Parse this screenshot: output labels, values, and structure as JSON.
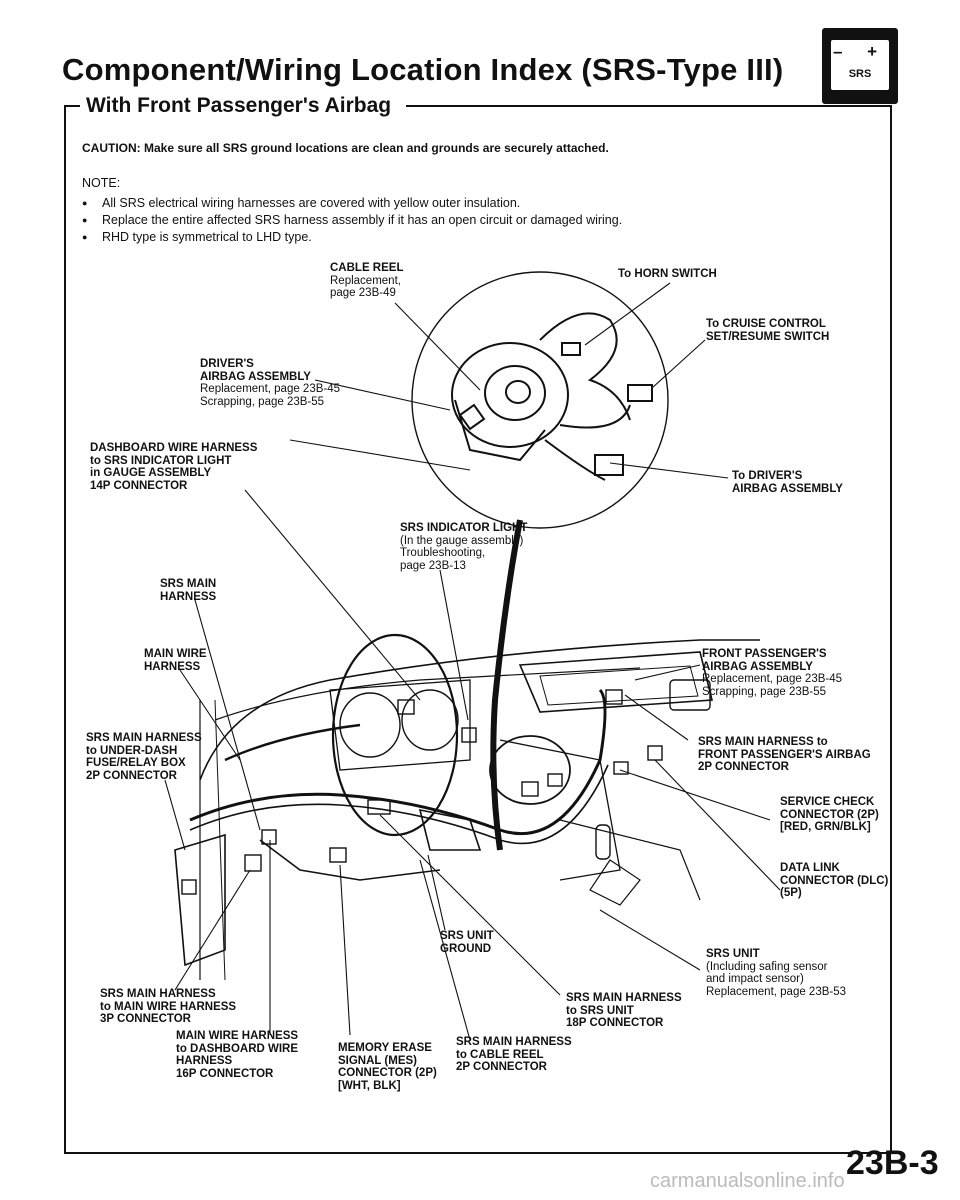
{
  "title": "Component/Wiring Location Index (SRS-Type III)",
  "subtitle": "With Front Passenger's Airbag",
  "badge": {
    "symbols": "– +",
    "text": "SRS"
  },
  "caution": {
    "label": "CAUTION:",
    "text": "Make sure all SRS ground locations are clean and grounds are securely attached."
  },
  "note": {
    "heading": "NOTE:",
    "items": [
      "All SRS electrical wiring harnesses are covered with yellow outer insulation.",
      "Replace the entire affected SRS harness assembly if it has an open circuit or damaged wiring.",
      "RHD type is symmetrical to LHD type."
    ]
  },
  "labels": {
    "cable_reel": {
      "bold": [
        "CABLE REEL"
      ],
      "normal": [
        "Replacement,",
        "page 23B-49"
      ]
    },
    "horn_switch": {
      "bold": [
        "To HORN SWITCH"
      ],
      "normal": []
    },
    "cruise": {
      "bold": [
        "To CRUISE CONTROL",
        "SET/RESUME SWITCH"
      ],
      "normal": []
    },
    "drivers_airbag": {
      "bold": [
        "DRIVER'S",
        "AIRBAG ASSEMBLY"
      ],
      "normal": [
        "Replacement, page 23B-45",
        "Scrapping, page 23B-55"
      ]
    },
    "dashboard_harness": {
      "bold": [
        "DASHBOARD WIRE HARNESS",
        "to SRS INDICATOR LIGHT",
        "in GAUGE ASSEMBLY",
        "14P CONNECTOR"
      ],
      "normal": []
    },
    "to_drivers_airbag": {
      "bold": [
        "To DRIVER'S",
        "AIRBAG ASSEMBLY"
      ],
      "normal": []
    },
    "indicator_light": {
      "bold": [
        "SRS INDICATOR LIGHT"
      ],
      "normal": [
        "(In the gauge assembly)",
        "Troubleshooting,",
        "page 23B-13"
      ]
    },
    "srs_main_harness": {
      "bold": [
        "SRS MAIN",
        "HARNESS"
      ],
      "normal": []
    },
    "main_wire_harness": {
      "bold": [
        "MAIN WIRE",
        "HARNESS"
      ],
      "normal": []
    },
    "front_pass_airbag": {
      "bold": [
        "FRONT PASSENGER'S",
        "AIRBAG ASSEMBLY"
      ],
      "normal": [
        "Replacement, page 23B-45",
        "Scrapping, page 23B-55"
      ]
    },
    "underdash": {
      "bold": [
        "SRS MAIN HARNESS",
        "to UNDER-DASH",
        "FUSE/RELAY BOX",
        "2P CONNECTOR"
      ],
      "normal": []
    },
    "harness_front_pass": {
      "bold": [
        "SRS MAIN HARNESS to",
        "FRONT PASSENGER'S AIRBAG",
        "2P CONNECTOR"
      ],
      "normal": []
    },
    "service_check": {
      "bold": [
        "SERVICE CHECK",
        "CONNECTOR (2P)",
        "[RED, GRN/BLK]"
      ],
      "normal": []
    },
    "dlc": {
      "bold": [
        "DATA LINK",
        "CONNECTOR (DLC)",
        "(5P)"
      ],
      "normal": []
    },
    "srs_unit_ground": {
      "bold": [
        "SRS UNIT",
        "GROUND"
      ],
      "normal": []
    },
    "srs_unit": {
      "bold": [
        "SRS UNIT"
      ],
      "normal": [
        "(Including safing sensor",
        "and impact sensor)",
        "Replacement, page 23B-53"
      ]
    },
    "harness_main_wire": {
      "bold": [
        "SRS MAIN HARNESS",
        "to MAIN WIRE HARNESS",
        "3P CONNECTOR"
      ],
      "normal": []
    },
    "harness_srs_unit": {
      "bold": [
        "SRS MAIN HARNESS",
        "to SRS UNIT",
        "18P CONNECTOR"
      ],
      "normal": []
    },
    "main_to_dash": {
      "bold": [
        "MAIN WIRE HARNESS",
        "to DASHBOARD WIRE",
        "HARNESS",
        "16P CONNECTOR"
      ],
      "normal": []
    },
    "memory_erase": {
      "bold": [
        "MEMORY ERASE",
        "SIGNAL (MES)",
        "CONNECTOR (2P)",
        "[WHT, BLK]"
      ],
      "normal": []
    },
    "cable_reel_conn": {
      "bold": [
        "SRS MAIN HARNESS",
        "to CABLE REEL",
        "2P CONNECTOR"
      ],
      "normal": []
    }
  },
  "page_number": "23B-3",
  "watermark": "carmanualsonline.info"
}
